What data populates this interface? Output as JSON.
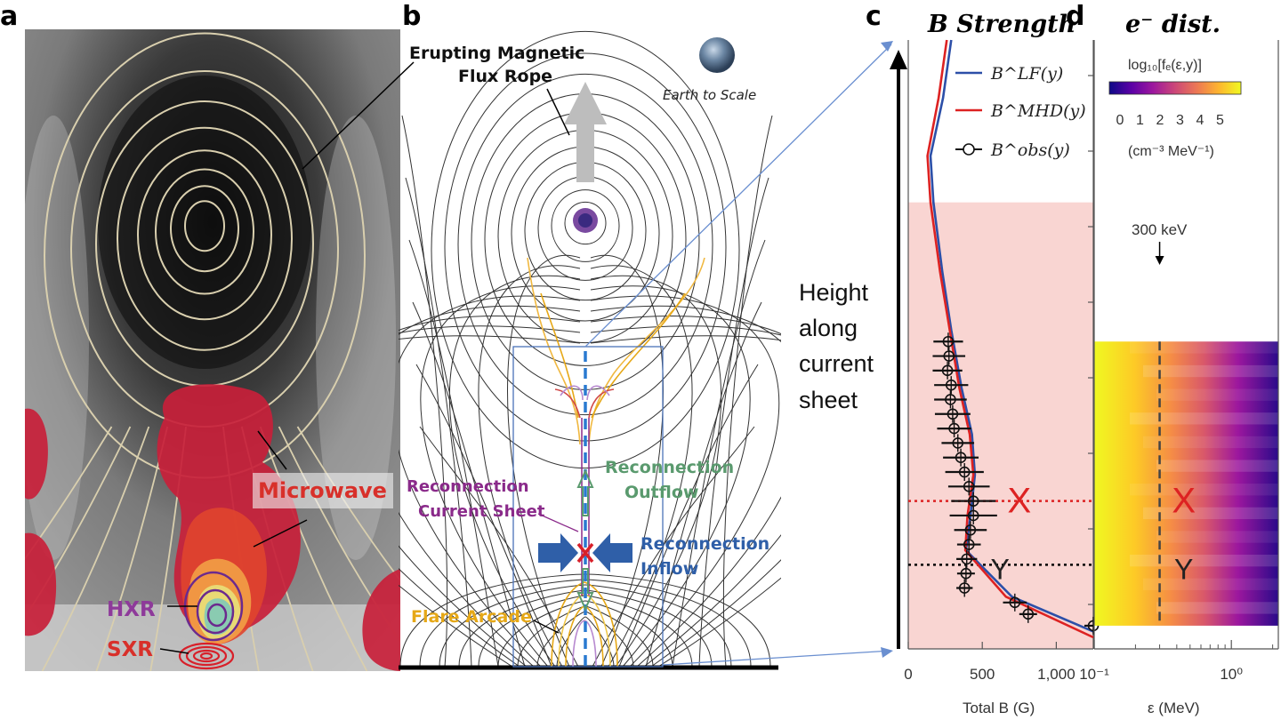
{
  "panel_labels": {
    "a": "a",
    "b": "b",
    "c": "c",
    "d": "d"
  },
  "panel_a": {
    "microwave": "Microwave",
    "hxr": "HXR",
    "sxr": "SXR"
  },
  "panel_b": {
    "flux_rope_line1": "Erupting Magnetic",
    "flux_rope_line2": "Flux Rope",
    "earth": "Earth to Scale",
    "outflow_line1": "Reconnection",
    "outflow_line2": "Outflow",
    "sheet_line1": "Reconnection",
    "sheet_line2": "Current Sheet",
    "inflow_line1": "Reconnection",
    "inflow_line2": "Inflow",
    "arcade": "Flare Arcade",
    "colors": {
      "outflow": "#5a9a6e",
      "sheet": "#8a2a8a",
      "inflow": "#2f5fa8",
      "arcade": "#e6a817",
      "rope": "#6a3a8a"
    }
  },
  "height_label": [
    "Height",
    "along",
    "current",
    "sheet"
  ],
  "chart_data": [
    {
      "panel": "c",
      "type": "line",
      "title": "B Strength",
      "xlabel": "Total B (G)",
      "xlim": [
        0,
        1250
      ],
      "xticks": [
        "0",
        "500",
        "1,000"
      ],
      "xtick_values": [
        0,
        500,
        1000
      ],
      "series": [
        {
          "name": "B^LF(y)",
          "color": "#2c4fa8",
          "style": "line",
          "points": [
            [
              290,
              1.0
            ],
            [
              235,
              0.9
            ],
            [
              150,
              0.8
            ],
            [
              170,
              0.72
            ],
            [
              230,
              0.6
            ],
            [
              290,
              0.5
            ],
            [
              360,
              0.4
            ],
            [
              430,
              0.32
            ],
            [
              450,
              0.25
            ],
            [
              420,
              0.18
            ],
            [
              390,
              0.12
            ],
            [
              700,
              0.04
            ],
            [
              1250,
              -0.02
            ]
          ]
        },
        {
          "name": "B^MHD(y)",
          "color": "#dd2222",
          "style": "line",
          "points": [
            [
              260,
              1.0
            ],
            [
              205,
              0.9
            ],
            [
              130,
              0.8
            ],
            [
              150,
              0.72
            ],
            [
              215,
              0.6
            ],
            [
              280,
              0.5
            ],
            [
              345,
              0.4
            ],
            [
              415,
              0.32
            ],
            [
              440,
              0.25
            ],
            [
              400,
              0.18
            ],
            [
              385,
              0.12
            ],
            [
              660,
              0.04
            ],
            [
              1250,
              -0.03
            ]
          ]
        },
        {
          "name": "B^obs(y)",
          "color": "#000000",
          "style": "errorbar",
          "points": [
            [
              270,
              0.48
            ],
            [
              275,
              0.455
            ],
            [
              265,
              0.43
            ],
            [
              290,
              0.405
            ],
            [
              285,
              0.38
            ],
            [
              300,
              0.355
            ],
            [
              310,
              0.33
            ],
            [
              335,
              0.305
            ],
            [
              355,
              0.28
            ],
            [
              380,
              0.255
            ],
            [
              410,
              0.23
            ],
            [
              440,
              0.205
            ],
            [
              440,
              0.18
            ],
            [
              420,
              0.155
            ],
            [
              410,
              0.13
            ],
            [
              395,
              0.105
            ],
            [
              390,
              0.08
            ],
            [
              380,
              0.055
            ],
            [
              720,
              0.03
            ],
            [
              810,
              0.01
            ],
            [
              1250,
              -0.01
            ]
          ],
          "xerr": [
            100,
            110,
            100,
            115,
            110,
            120,
            115,
            110,
            120,
            130,
            140,
            150,
            160,
            110,
            80,
            70,
            60,
            55,
            80,
            60,
            60
          ]
        }
      ],
      "markers": [
        {
          "label": "X",
          "x": 750,
          "y": 0.205,
          "color": "#dd2222"
        },
        {
          "label": "Y",
          "x": 620,
          "y": 0.09,
          "color": "#222222"
        }
      ],
      "shaded_region": {
        "y_from": -0.05,
        "y_to": 0.72,
        "color": "#f9d5d2"
      },
      "hlines": [
        {
          "y": 0.205,
          "color": "#dd2222",
          "style": "dotted"
        },
        {
          "y": 0.095,
          "color": "#000000",
          "style": "dotted"
        }
      ]
    },
    {
      "panel": "d",
      "type": "heatmap",
      "title": "e⁻ dist.",
      "xlabel": "ε (MeV)",
      "xscale": "log",
      "xlim": [
        0.1,
        2.2
      ],
      "xticks": [
        "10⁻¹",
        "10⁰"
      ],
      "xtick_values": [
        0.1,
        1.0
      ],
      "colorbar_label": "log₁₀[fₑ(ε,y)]",
      "colorbar_ticks": [
        "0",
        "1",
        "2",
        "3",
        "4",
        "5"
      ],
      "colorbar_units": "(cm⁻³ MeV⁻¹)",
      "colormap": [
        "#0d0887",
        "#5c01a6",
        "#9c179e",
        "#cc4778",
        "#ed7953",
        "#fdb42f",
        "#f0f921"
      ],
      "vline_label": "300 keV",
      "vline_value": 0.3,
      "markers": [
        {
          "label": "X",
          "x": 0.45,
          "y": 0.205,
          "color": "#dd2222"
        },
        {
          "label": "Y",
          "x": 0.45,
          "y": 0.09,
          "color": "#222222"
        }
      ]
    }
  ]
}
